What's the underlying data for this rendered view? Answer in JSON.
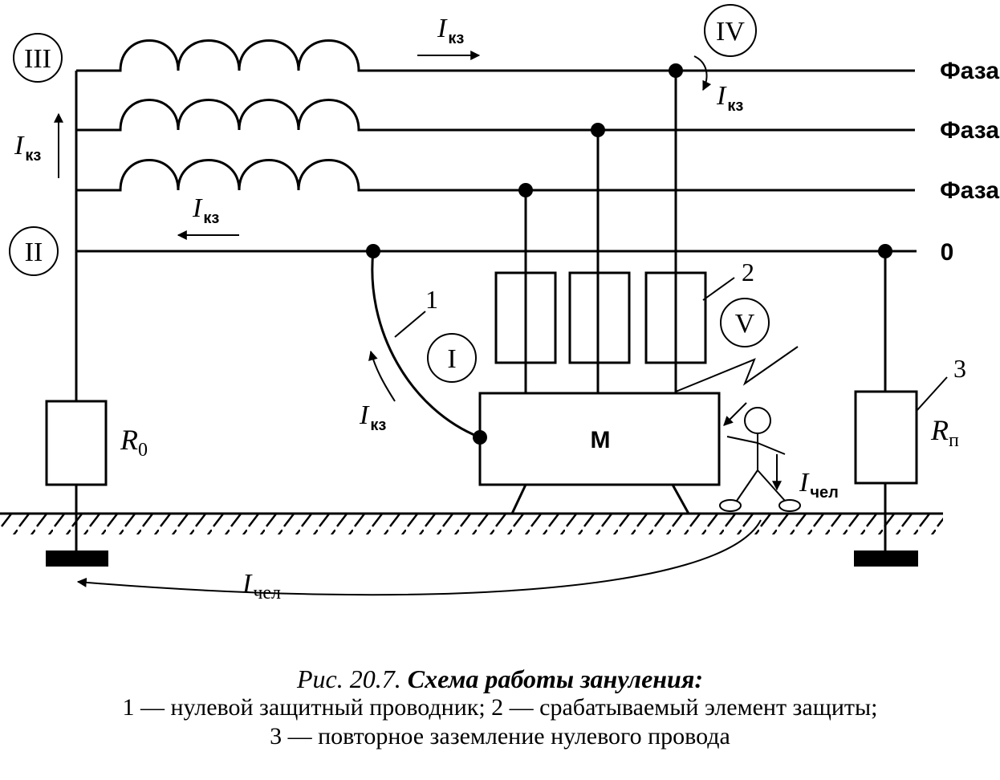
{
  "diagram": {
    "phase_label": "Фаза",
    "neutral_label": "0",
    "roman": {
      "I": "I",
      "II": "II",
      "III": "III",
      "IV": "IV",
      "V": "V"
    },
    "current_symbol": "I",
    "kz_sub": "кз",
    "chel_sub": "чел",
    "r0": {
      "main": "R",
      "sub": "0"
    },
    "rp": {
      "main": "R",
      "sub": "п"
    },
    "motor_label": "М",
    "callout_1": "1",
    "callout_2": "2",
    "callout_3": "3"
  },
  "caption": {
    "fig_number": "Рис. 20.7.",
    "fig_title": "Схема работы зануления:",
    "line2": "1 — нулевой защитный проводник; 2 — срабатываемый элемент защиты;",
    "line3": "3 — повторное заземление нулевого провода"
  }
}
